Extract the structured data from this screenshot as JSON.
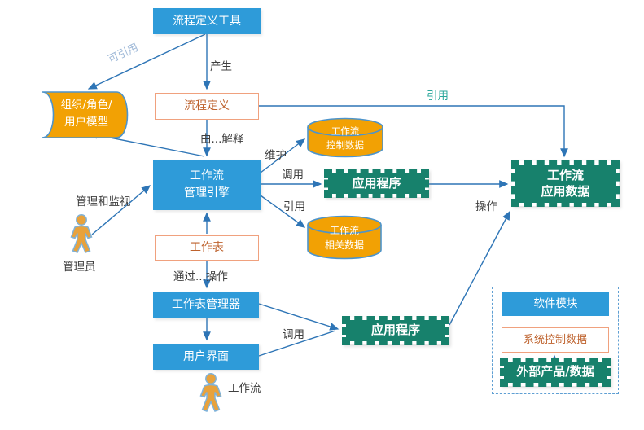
{
  "nodes": {
    "process_def_tool": {
      "label": "流程定义工具"
    },
    "org_model": {
      "line1": "组织/角色/",
      "line2": "用户模型"
    },
    "process_def": {
      "label": "流程定义"
    },
    "engine": {
      "line1": "工作流",
      "line2": "管理引擎"
    },
    "control_data": {
      "line1": "工作流",
      "line2": "控制数据"
    },
    "related_data": {
      "line1": "工作流",
      "line2": "相关数据"
    },
    "app_top": {
      "label": "应用程序"
    },
    "app_bottom": {
      "label": "应用程序"
    },
    "wf_app_data": {
      "line1": "工作流",
      "line2": "应用数据"
    },
    "worklist": {
      "label": "工作表"
    },
    "worklist_manager": {
      "label": "工作表管理器"
    },
    "user_interface": {
      "label": "用户界面"
    }
  },
  "edges": {
    "produce": "产生",
    "referable": "可引用",
    "interpreted_by": "由...解释",
    "manage_monitor": "管理和监视",
    "maintain": "维护",
    "invoke_top": "调用",
    "reference_mid": "引用",
    "reference_long": "引用",
    "operate": "操作",
    "operate_through": "通过...操作",
    "invoke_bottom": "调用"
  },
  "actors": {
    "admin": "管理员",
    "workflow_user": "工作流"
  },
  "legend": {
    "software_module": "软件模块",
    "system_control_data": "系统控制数据",
    "external_product": "外部产品/数据"
  },
  "colors": {
    "module_blue": "#2E9BD9",
    "external_green": "#17816C",
    "data_orange": "#F2A104",
    "connector_blue": "#2E75B6",
    "data_border_salmon": "#F0A17E",
    "data_text_orange": "#BE622D",
    "label_gray": "#3F3F3F",
    "reference_teal": "#2AA79B",
    "referable_lightblue": "#9FB9D8"
  }
}
